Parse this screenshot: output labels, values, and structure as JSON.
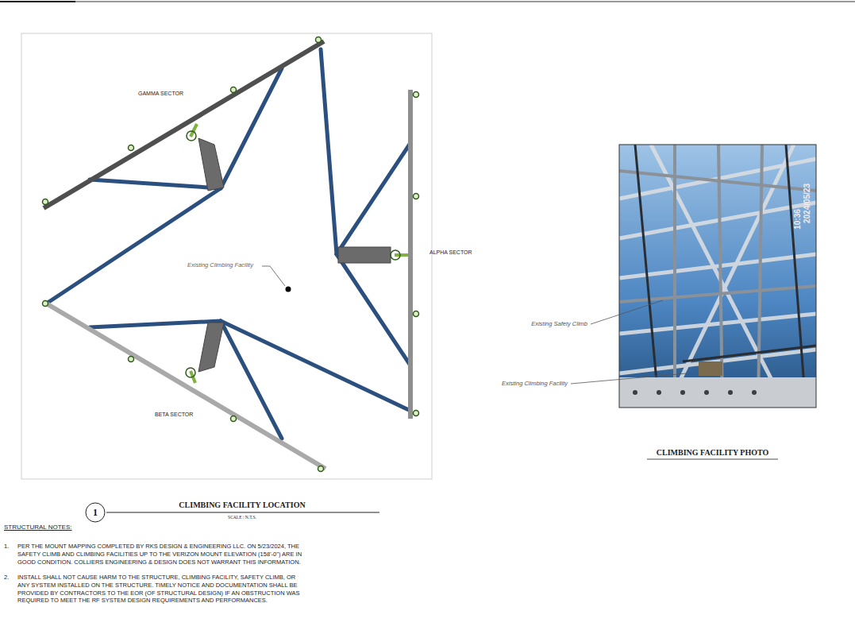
{
  "diagram": {
    "nodes": [
      {
        "text": [
          "1"
        ]
      }
    ],
    "labels": [
      "GAMMA SECTOR",
      "ALPHA SECTOR",
      "BETA SECTOR",
      "Existing Climbing Facility",
      "Existing Safety Climb",
      "Existing Climbing Facility",
      "2024/05/23",
      "10:36",
      "CLIMBING FACILITY LOCATION",
      "SCALE : N.T.S.",
      "CLIMBING FACILITY PHOTO",
      "STRUCTURAL NOTES:",
      "1.",
      "PER THE MOUNT MAPPING COMPLETED BY RKS DESIGN & ENGINEERING LLC. ON 5/23/2024, THE SAFETY CLIMB AND CLIMBING FACILITIES UP TO THE VERIZON MOUNT ELEVATION (158'-0\") ARE IN GOOD CONDITION. COLLIERS ENGINEERING & DESIGN DOES NOT WARRANT THIS INFORMATION.",
      "2.",
      "INSTALL SHALL NOT CAUSE HARM TO THE STRUCTURE, CLIMBING FACILITY, SAFETY CLIMB, OR ANY SYSTEM INSTALLED ON THE STRUCTURE. TIMELY NOTICE AND DOCUMENTATION SHALL BE PROVIDED BY CONTRACTORS TO THE EOR (OF STRUCTURAL DESIGN) IF AN OBSTRUCTION WAS REQUIRED TO MEET THE RF SYSTEM DESIGN REQUIREMENTS AND PERFORMANCES."
    ]
  }
}
